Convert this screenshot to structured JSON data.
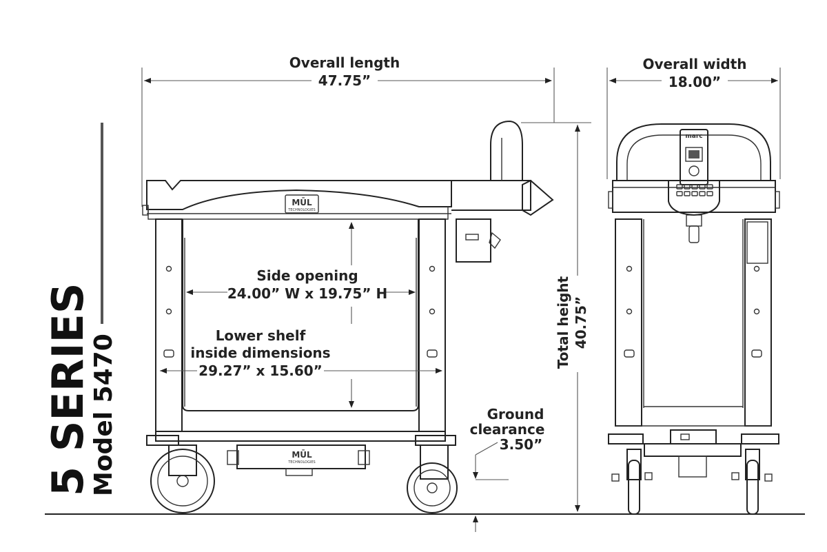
{
  "series": {
    "title": "5 SERIES",
    "model": "Model 5470"
  },
  "dimensions": {
    "overall_length": {
      "label": "Overall length",
      "value": "47.75”"
    },
    "overall_width": {
      "label": "Overall width",
      "value": "18.00”"
    },
    "total_height": {
      "label": "Total height",
      "value": "40.75”"
    },
    "side_opening": {
      "label": "Side opening",
      "value": "24.00” W x 19.75” H"
    },
    "lower_shelf": {
      "label_line1": "Lower shelf",
      "label_line2": "inside dimensions",
      "value": "29.27” x 15.60”"
    },
    "ground_clearance": {
      "label_line1": "Ground",
      "label_line2": "clearance",
      "value": "3.50”"
    }
  },
  "branding": {
    "logo": "MŪL",
    "logo_sub": "TECHNOLOGIES",
    "marc": "marc"
  }
}
